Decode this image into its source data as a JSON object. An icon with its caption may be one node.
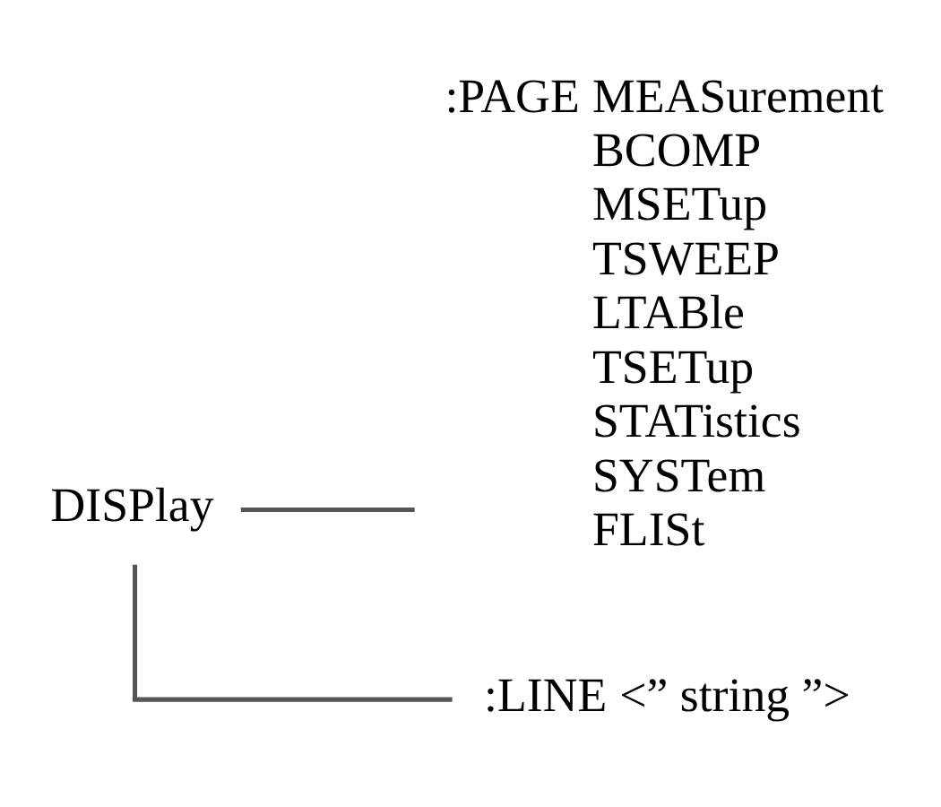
{
  "diagram": {
    "nodes": [
      {
        "text": [
          "DISPlay"
        ]
      },
      {
        "text": [
          ":PAGE"
        ],
        "beside": [
          "MEASurement",
          "BCOMP",
          "MSETup",
          "TSWEEP",
          "LTABle",
          "TSETup",
          "STATistics",
          "SYSTem",
          "FLISt"
        ]
      },
      {
        "text": [
          ":LINE"
        ],
        "beside": [
          "<” string ”>"
        ]
      }
    ],
    "edges": [
      {
        "from": 0,
        "to": 1,
        "arrow": "none"
      },
      {
        "from": 0,
        "to": 2,
        "arrow": "none"
      }
    ]
  }
}
